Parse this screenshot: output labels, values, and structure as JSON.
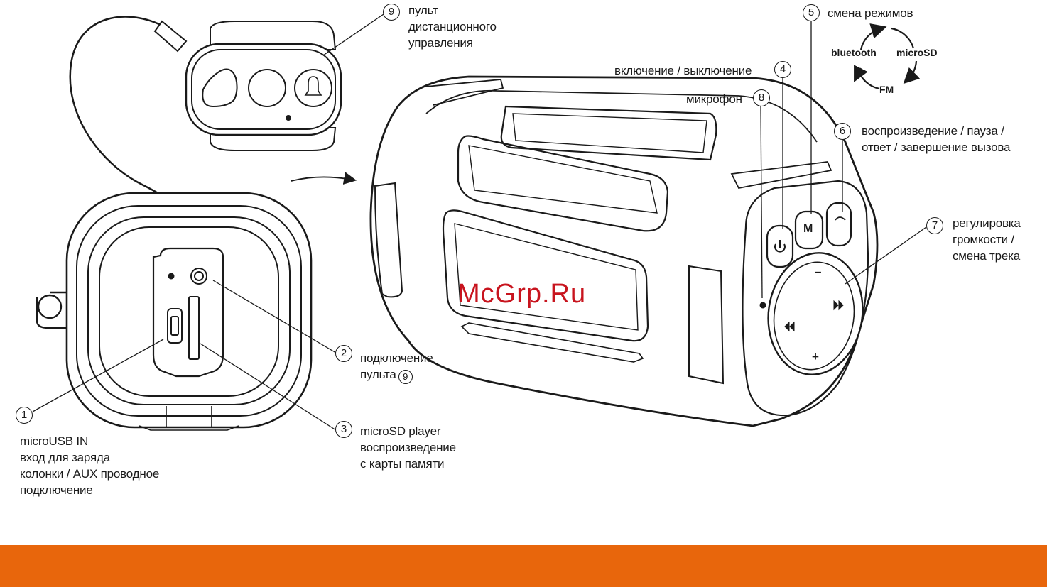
{
  "labels": {
    "remote": [
      "пульт",
      "дистанционного",
      "управления"
    ],
    "power": "включение / выключение",
    "mic": "микрофон",
    "mode_change": "смена режимов",
    "play": [
      "воспроизведение / пауза /",
      "ответ / завершение вызова"
    ],
    "volume": [
      "регулировка",
      "громкости /",
      "смена трека"
    ],
    "connect": [
      "подключение",
      "пульта"
    ],
    "microsd": [
      "microSD player",
      "воспроизведение",
      "с карты памяти"
    ],
    "microusb": [
      "microUSB IN",
      "вход для заряда",
      "колонки / AUX проводное",
      "подключение"
    ]
  },
  "numbers": {
    "n1": "1",
    "n2": "2",
    "n3": "3",
    "n4": "4",
    "n5": "5",
    "n6": "6",
    "n7": "7",
    "n8": "8",
    "n9": "9"
  },
  "modes": {
    "bluetooth": "bluetooth",
    "microsd": "microSD",
    "fm": "FM"
  },
  "device_text": {
    "m_button": "M",
    "minus": "–",
    "plus": "+"
  },
  "watermark": "McGrp.Ru",
  "colors": {
    "footer": "#e8660c",
    "watermark": "#c8141e",
    "line": "#1a1a1a"
  }
}
